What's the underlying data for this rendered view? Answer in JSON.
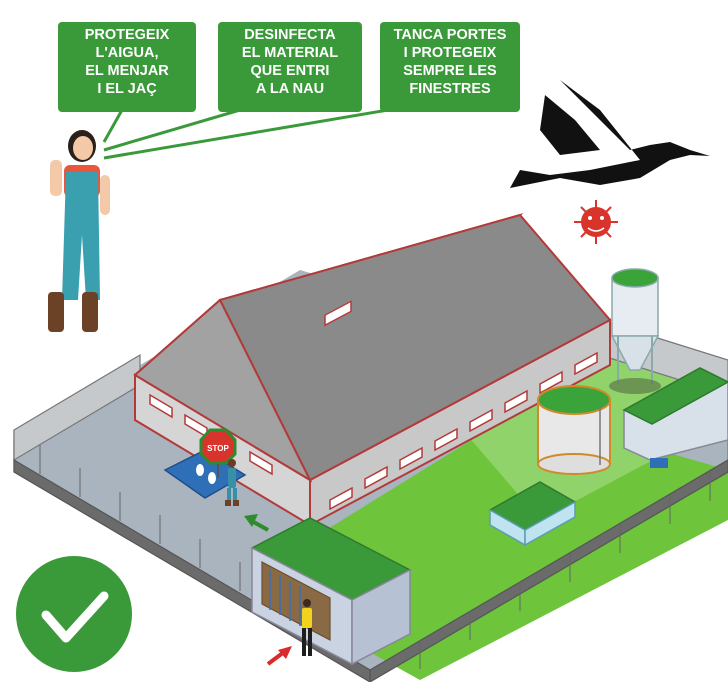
{
  "speech_bubbles": [
    {
      "lines": [
        "PROTEGEIX",
        "L'AIGUA,",
        "EL MENJAR",
        "I EL JAÇ"
      ]
    },
    {
      "lines": [
        "DESINFECTA",
        "EL MATERIAL",
        "QUE ENTRI",
        "A LA NAU"
      ]
    },
    {
      "lines": [
        "TANCA PORTES",
        "I PROTEGEIX",
        "SEMPRE LES",
        "FINESTRES"
      ]
    }
  ],
  "stop_sign": {
    "text": "STOP"
  },
  "icons": {
    "virus": "virus-icon",
    "bird": "stork-silhouette-icon",
    "check": "checkmark-icon",
    "arrows": "arrow-icon"
  },
  "colors": {
    "bubble_green": "#3a9a3a",
    "roof_gray": "#8f8f8f",
    "wall_red": "#b33a3a",
    "grass_green": "#5cb82e",
    "check_green": "#3a9a3a",
    "virus_red": "#d9342b"
  }
}
